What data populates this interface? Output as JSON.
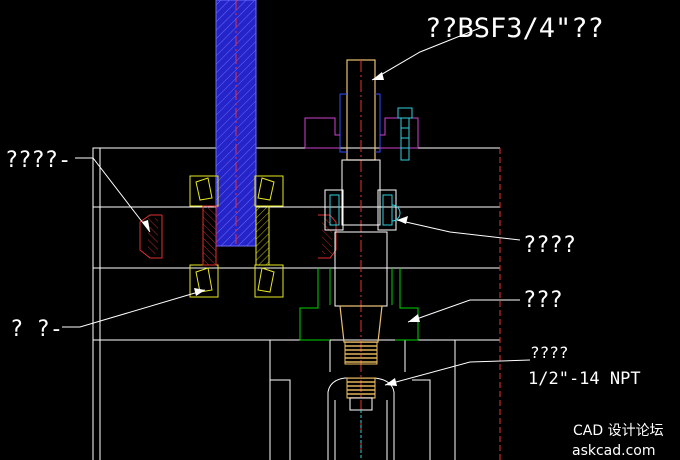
{
  "labels": {
    "thread_callout": "??BSF3/4\"??",
    "left_upper": "????-",
    "right_upper": "????",
    "left_lower": "? ?-",
    "right_middle": "???",
    "npt_line1": "????",
    "npt_line2": "1/2\"-14 NPT"
  },
  "watermark": {
    "line1": "CAD 设计论坛",
    "line2": "askcad.com"
  },
  "colors": {
    "background": "#000000",
    "outline": "#ffffff",
    "shaft_fill": "#2b2bd9",
    "hatch_blue": "#5a5aff",
    "centerline_red": "#e83030",
    "bearing_yellow": "#e8e820",
    "seal_red": "#e03030",
    "green_part": "#00d400",
    "cyan_part": "#30d0e0",
    "magenta_part": "#d040d0",
    "bolt_blue": "#3050ff",
    "leader": "#ffffff",
    "spindle_top": "#e8c070",
    "spindle_thread": "#f0c060",
    "watermark_text": "#ffffff"
  }
}
